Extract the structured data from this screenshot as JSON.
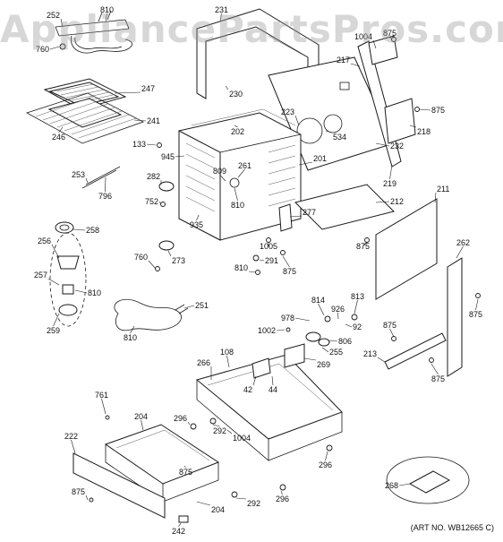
{
  "watermark": "AppliancePartsPros.com",
  "art_number": "(ART NO. WB12665 C)",
  "callouts": [
    {
      "id": "252",
      "label": "252"
    },
    {
      "id": "810a",
      "label": "810"
    },
    {
      "id": "760a",
      "label": "760"
    },
    {
      "id": "247",
      "label": "247"
    },
    {
      "id": "241",
      "label": "241"
    },
    {
      "id": "246",
      "label": "246"
    },
    {
      "id": "231",
      "label": "231"
    },
    {
      "id": "230",
      "label": "230"
    },
    {
      "id": "1004a",
      "label": "1004"
    },
    {
      "id": "875a",
      "label": "875"
    },
    {
      "id": "217",
      "label": "217"
    },
    {
      "id": "223",
      "label": "223"
    },
    {
      "id": "534",
      "label": "534"
    },
    {
      "id": "875b",
      "label": "875"
    },
    {
      "id": "218",
      "label": "218"
    },
    {
      "id": "232",
      "label": "232"
    },
    {
      "id": "133",
      "label": "133"
    },
    {
      "id": "202",
      "label": "202"
    },
    {
      "id": "945",
      "label": "945"
    },
    {
      "id": "201",
      "label": "201"
    },
    {
      "id": "219",
      "label": "219"
    },
    {
      "id": "261",
      "label": "261"
    },
    {
      "id": "809",
      "label": "809"
    },
    {
      "id": "282",
      "label": "282"
    },
    {
      "id": "253",
      "label": "253"
    },
    {
      "id": "796",
      "label": "796"
    },
    {
      "id": "752",
      "label": "752"
    },
    {
      "id": "810b",
      "label": "810"
    },
    {
      "id": "212",
      "label": "212"
    },
    {
      "id": "211",
      "label": "211"
    },
    {
      "id": "935",
      "label": "935"
    },
    {
      "id": "277",
      "label": "277"
    },
    {
      "id": "258",
      "label": "258"
    },
    {
      "id": "1005",
      "label": "1005"
    },
    {
      "id": "875c",
      "label": "875"
    },
    {
      "id": "262",
      "label": "262"
    },
    {
      "id": "256",
      "label": "256"
    },
    {
      "id": "760b",
      "label": "760"
    },
    {
      "id": "273",
      "label": "273"
    },
    {
      "id": "291",
      "label": "291"
    },
    {
      "id": "810c",
      "label": "810"
    },
    {
      "id": "875d",
      "label": "875"
    },
    {
      "id": "257",
      "label": "257"
    },
    {
      "id": "810d",
      "label": "810"
    },
    {
      "id": "875e",
      "label": "875"
    },
    {
      "id": "814",
      "label": "814"
    },
    {
      "id": "813",
      "label": "813"
    },
    {
      "id": "251",
      "label": "251"
    },
    {
      "id": "978",
      "label": "978"
    },
    {
      "id": "926",
      "label": "926"
    },
    {
      "id": "259",
      "label": "259"
    },
    {
      "id": "92",
      "label": "92"
    },
    {
      "id": "1002",
      "label": "1002"
    },
    {
      "id": "875f",
      "label": "875"
    },
    {
      "id": "810e",
      "label": "810"
    },
    {
      "id": "806",
      "label": "806"
    },
    {
      "id": "255",
      "label": "255"
    },
    {
      "id": "108",
      "label": "108"
    },
    {
      "id": "213",
      "label": "213"
    },
    {
      "id": "266",
      "label": "266"
    },
    {
      "id": "269",
      "label": "269"
    },
    {
      "id": "875g",
      "label": "875"
    },
    {
      "id": "42",
      "label": "42"
    },
    {
      "id": "44",
      "label": "44"
    },
    {
      "id": "761",
      "label": "761"
    },
    {
      "id": "204a",
      "label": "204"
    },
    {
      "id": "296a",
      "label": "296"
    },
    {
      "id": "222",
      "label": "222"
    },
    {
      "id": "292a",
      "label": "292"
    },
    {
      "id": "1004b",
      "label": "1004"
    },
    {
      "id": "296b",
      "label": "296"
    },
    {
      "id": "875h",
      "label": "875"
    },
    {
      "id": "268",
      "label": "268"
    },
    {
      "id": "875i",
      "label": "875"
    },
    {
      "id": "292b",
      "label": "292"
    },
    {
      "id": "296c",
      "label": "296"
    },
    {
      "id": "204b",
      "label": "204"
    },
    {
      "id": "242",
      "label": "242"
    }
  ]
}
